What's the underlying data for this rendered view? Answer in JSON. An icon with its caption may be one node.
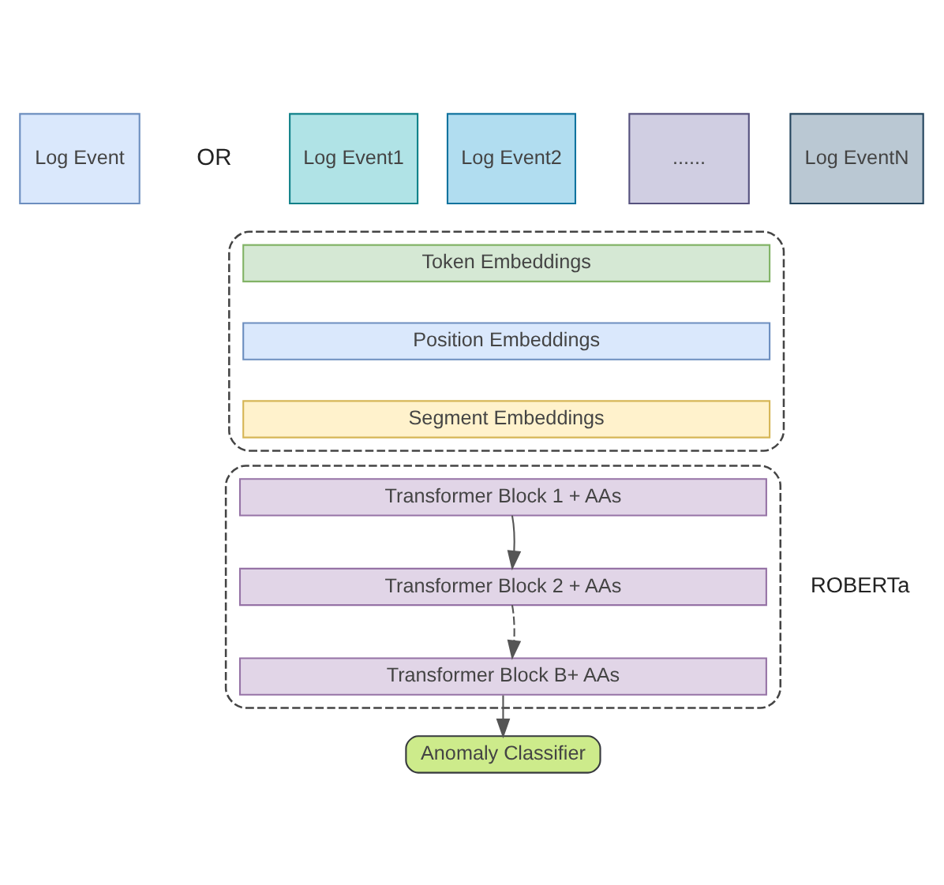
{
  "diagram": {
    "nodes": [
      {
        "text": [
          "Log Event"
        ]
      },
      {
        "text": [
          "Log Event1"
        ]
      },
      {
        "text": [
          "Log Event2"
        ]
      },
      {
        "text": [
          "......"
        ]
      },
      {
        "text": [
          "Log EventN"
        ]
      },
      {
        "text": [],
        "shape": "box"
      },
      {
        "text": [
          "Token Embeddings"
        ],
        "in": 5
      },
      {
        "text": [
          "Position Embeddings"
        ],
        "in": 5
      },
      {
        "text": [
          "Segment Embeddings"
        ],
        "in": 5
      },
      {
        "text": [],
        "shape": "box"
      },
      {
        "text": [
          "Transformer Block 1 + AAs"
        ],
        "in": 9
      },
      {
        "text": [
          "Transformer Block 2 + AAs"
        ],
        "in": 9
      },
      {
        "text": [
          "Transformer Block B+ AAs"
        ],
        "in": 9
      },
      {
        "text": [
          "Anomaly Classifier"
        ]
      }
    ],
    "edges": [
      {
        "from": 10,
        "to": 11,
        "arrow": "to"
      },
      {
        "from": 11,
        "to": 12,
        "arrow": "to",
        "style": "dashed"
      },
      {
        "from": 12,
        "to": 13,
        "arrow": "to"
      }
    ],
    "labels": [
      "OR",
      "ROBERTa"
    ]
  }
}
